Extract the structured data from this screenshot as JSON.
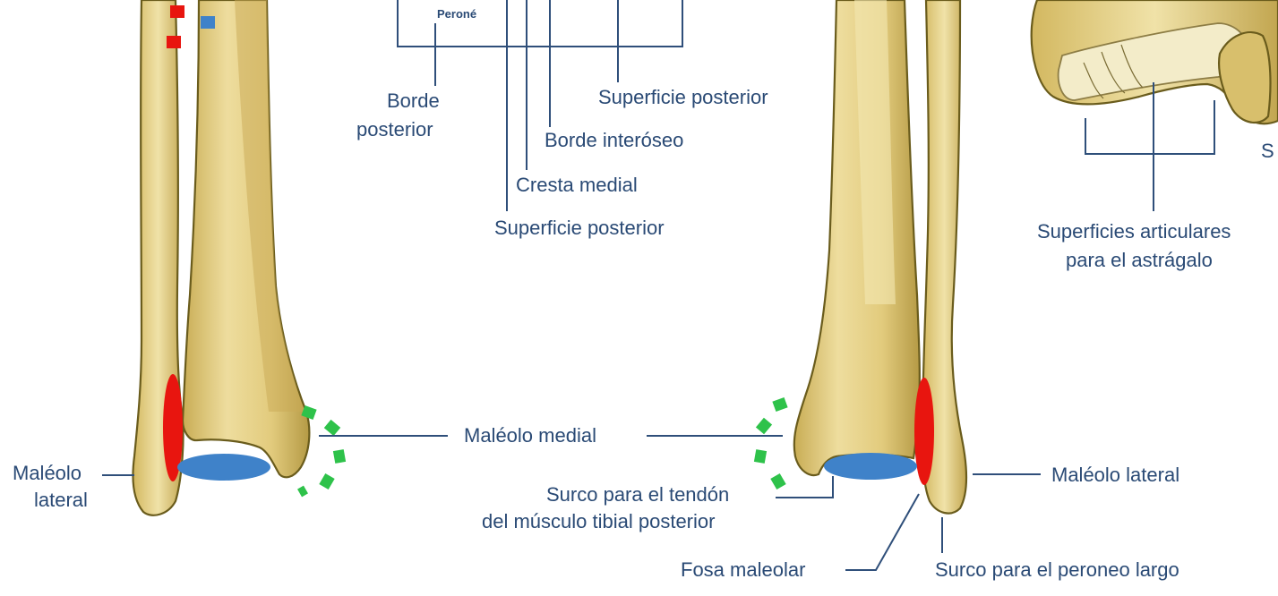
{
  "labels": {
    "perone": "Peroné",
    "borde_posterior_l1": "Borde",
    "borde_posterior_l2": "posterior",
    "superficie_posterior_top": "Superficie posterior",
    "borde_interoseo": "Borde interóseo",
    "cresta_medial": "Cresta medial",
    "superficie_posterior_mid": "Superficie posterior",
    "superficies_articulares_l1": "Superficies articulares",
    "superficies_articulares_l2": "para el astrágalo",
    "maleolo_medial": "Maléolo medial",
    "maleolo_lateral_left_l1": "Maléolo",
    "maleolo_lateral_left_l2": "lateral",
    "maleolo_lateral_right": "Maléolo lateral",
    "surco_tibial_l1": "Surco para el tendón",
    "surco_tibial_l2": "del músculo tibial posterior",
    "fosa_maleolar": "Fosa maleolar",
    "surco_peroneo": "Surco para el peroneo largo",
    "cut_off_letter": "S"
  },
  "colors": {
    "bone_fill": "#e4cf84",
    "bone_shadow": "#b59a45",
    "leader": "#2f4f7a",
    "text": "#2a4a75",
    "marker_red": "#e8150f",
    "marker_blue": "#3f82c9",
    "marker_green": "#2ec24a"
  }
}
